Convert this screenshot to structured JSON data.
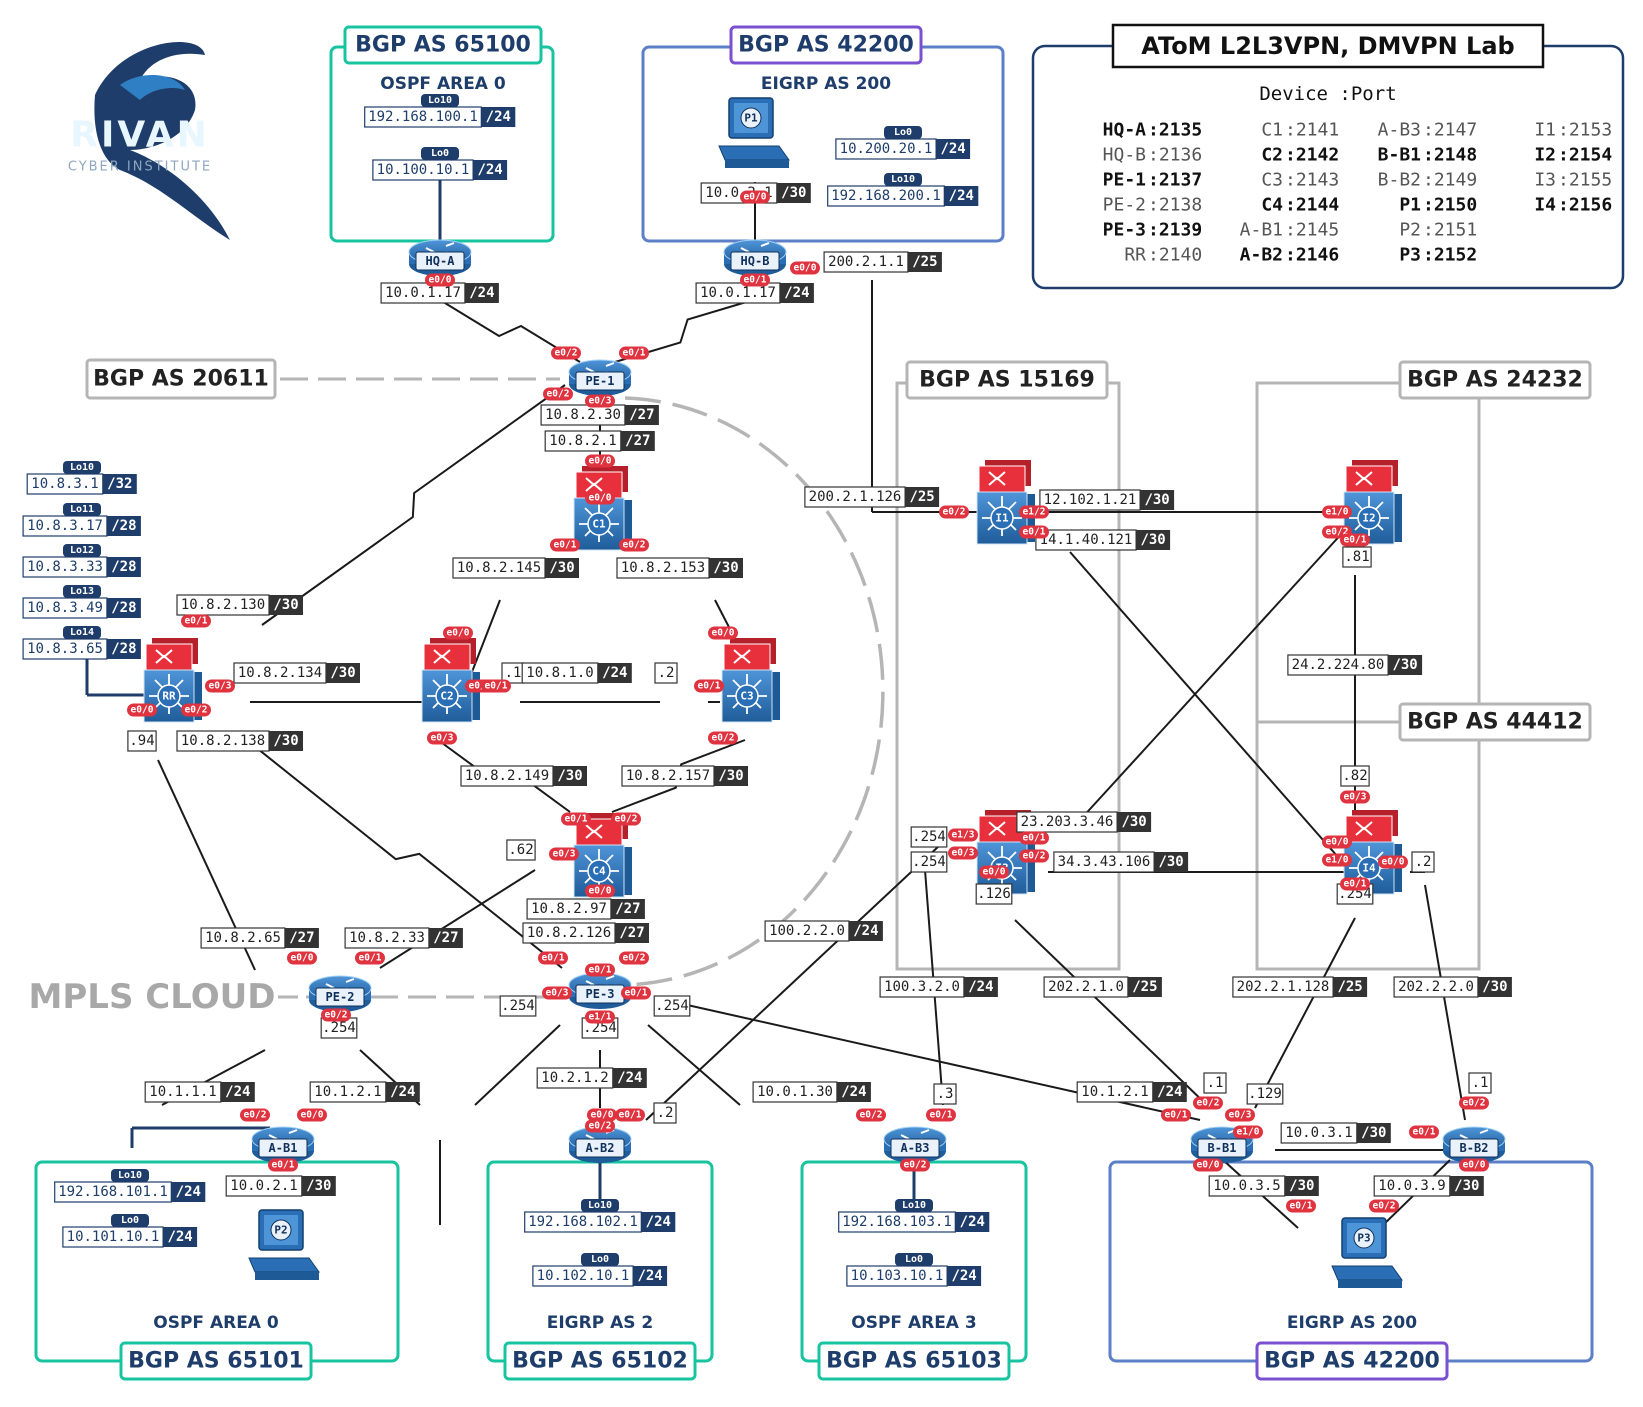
{
  "logo": {
    "brand": "RIVAN",
    "sub": "CYBER INSTITUTE"
  },
  "legend": {
    "title": "AToM L2L3VPN, DMVPN Lab",
    "header": "Device :Port",
    "entries": [
      {
        "dev": "HQ-A",
        "port": ":2135",
        "bold": true
      },
      {
        "dev": "HQ-B",
        "port": ":2136",
        "bold": false
      },
      {
        "dev": "PE-1",
        "port": ":2137",
        "bold": true
      },
      {
        "dev": "PE-2",
        "port": ":2138",
        "bold": false
      },
      {
        "dev": "PE-3",
        "port": ":2139",
        "bold": true
      },
      {
        "dev": "RR",
        "port": ":2140",
        "bold": false
      },
      {
        "dev": "C1",
        "port": ":2141",
        "bold": false
      },
      {
        "dev": "C2",
        "port": ":2142",
        "bold": true
      },
      {
        "dev": "C3",
        "port": ":2143",
        "bold": false
      },
      {
        "dev": "C4",
        "port": ":2144",
        "bold": true
      },
      {
        "dev": "A-B1",
        "port": ":2145",
        "bold": false
      },
      {
        "dev": "A-B2",
        "port": ":2146",
        "bold": true
      },
      {
        "dev": "A-B3",
        "port": ":2147",
        "bold": false
      },
      {
        "dev": "B-B1",
        "port": ":2148",
        "bold": true
      },
      {
        "dev": "B-B2",
        "port": ":2149",
        "bold": false
      },
      {
        "dev": "P1",
        "port": ":2150",
        "bold": true
      },
      {
        "dev": "P2",
        "port": ":2151",
        "bold": false
      },
      {
        "dev": "P3",
        "port": ":2152",
        "bold": true
      },
      {
        "dev": "I1",
        "port": ":2153",
        "bold": false
      },
      {
        "dev": "I2",
        "port": ":2154",
        "bold": true
      },
      {
        "dev": "I3",
        "port": ":2155",
        "bold": false
      },
      {
        "dev": "I4",
        "port": ":2156",
        "bold": true
      }
    ]
  },
  "colors": {
    "navy": "#1e3d6b",
    "teal": "#18c4a0",
    "purple": "#7a4fd0",
    "blueEdge": "#5c7fc8",
    "gray": "#b5b5b5",
    "grayText": "#a8a8a8",
    "ifRed": "#e03340",
    "switchRed": "#e8303c",
    "router": "#2a6fb5",
    "dark": "#333333"
  },
  "areas": [
    {
      "id": "as65100",
      "title": "BGP AS 65100",
      "subtitle": "OSPF AREA 0"
    },
    {
      "id": "as42200t",
      "title": "BGP AS 42200",
      "subtitle": "EIGRP AS 200"
    },
    {
      "id": "as20611",
      "title": "BGP AS 20611"
    },
    {
      "id": "as15169",
      "title": "BGP AS 15169"
    },
    {
      "id": "as24232",
      "title": "BGP AS 24232"
    },
    {
      "id": "as44412",
      "title": "BGP AS 44412"
    },
    {
      "id": "mpls",
      "title": "MPLS CLOUD"
    },
    {
      "id": "as65101",
      "title": "BGP AS 65101",
      "subtitle": "OSPF AREA 0"
    },
    {
      "id": "as65102",
      "title": "BGP AS 65102",
      "subtitle": "EIGRP AS 2"
    },
    {
      "id": "as65103",
      "title": "BGP AS 65103",
      "subtitle": "OSPF AREA 3"
    },
    {
      "id": "as42200b",
      "title": "BGP AS 42200",
      "subtitle": "EIGRP AS 200"
    }
  ],
  "devices": [
    {
      "id": "hqa",
      "label": "HQ-A",
      "kind": "router"
    },
    {
      "id": "hqb",
      "label": "HQ-B",
      "kind": "router"
    },
    {
      "id": "pe1",
      "label": "PE-1",
      "kind": "router"
    },
    {
      "id": "pe2",
      "label": "PE-2",
      "kind": "router"
    },
    {
      "id": "pe3",
      "label": "PE-3",
      "kind": "router"
    },
    {
      "id": "rr",
      "label": "RR",
      "kind": "switch"
    },
    {
      "id": "c1",
      "label": "C1",
      "kind": "switch"
    },
    {
      "id": "c2",
      "label": "C2",
      "kind": "switch"
    },
    {
      "id": "c3",
      "label": "C3",
      "kind": "switch"
    },
    {
      "id": "c4",
      "label": "C4",
      "kind": "switch"
    },
    {
      "id": "i1",
      "label": "I1",
      "kind": "switch"
    },
    {
      "id": "i2",
      "label": "I2",
      "kind": "switch"
    },
    {
      "id": "i3",
      "label": "I3",
      "kind": "switch"
    },
    {
      "id": "i4",
      "label": "I4",
      "kind": "switch"
    },
    {
      "id": "ab1",
      "label": "A-B1",
      "kind": "router"
    },
    {
      "id": "ab2",
      "label": "A-B2",
      "kind": "router"
    },
    {
      "id": "ab3",
      "label": "A-B3",
      "kind": "router"
    },
    {
      "id": "bb1",
      "label": "B-B1",
      "kind": "router"
    },
    {
      "id": "bb2",
      "label": "B-B2",
      "kind": "router"
    },
    {
      "id": "p1",
      "label": "P1",
      "kind": "pc"
    },
    {
      "id": "p2",
      "label": "P2",
      "kind": "pc"
    },
    {
      "id": "p3",
      "label": "P3",
      "kind": "pc"
    }
  ],
  "addresses": [
    {
      "ip": "192.168.100.1",
      "mask": "/24",
      "lo": "Lo10"
    },
    {
      "ip": "10.100.10.1",
      "mask": "/24",
      "lo": "Lo0"
    },
    {
      "ip": "10.0.1.17",
      "mask": "/24"
    },
    {
      "ip": "10.0.1.17",
      "mask": "/24"
    },
    {
      "ip": "10.0.2.1",
      "mask": "/30"
    },
    {
      "ip": "10.200.20.1",
      "mask": "/24",
      "lo": "Lo0"
    },
    {
      "ip": "192.168.200.1",
      "mask": "/24",
      "lo": "Lo10"
    },
    {
      "ip": "200.2.1.1",
      "mask": "/25"
    },
    {
      "ip": "200.2.1.126",
      "mask": "/25"
    },
    {
      "ip": "10.8.2.30",
      "mask": "/27"
    },
    {
      "ip": "10.8.2.1",
      "mask": "/27"
    },
    {
      "ip": "10.8.3.1",
      "mask": "/32",
      "lo": "Lo10"
    },
    {
      "ip": "10.8.3.17",
      "mask": "/28",
      "lo": "Lo11"
    },
    {
      "ip": "10.8.3.33",
      "mask": "/28",
      "lo": "Lo12"
    },
    {
      "ip": "10.8.3.49",
      "mask": "/28",
      "lo": "Lo13"
    },
    {
      "ip": "10.8.3.65",
      "mask": "/28",
      "lo": "Lo14"
    },
    {
      "ip": "10.8.2.145",
      "mask": "/30"
    },
    {
      "ip": "10.8.2.153",
      "mask": "/30"
    },
    {
      "ip": "10.8.2.130",
      "mask": "/30"
    },
    {
      "ip": "10.8.2.134",
      "mask": "/30"
    },
    {
      "ip": ".1"
    },
    {
      "ip": "10.8.1.0",
      "mask": "/24"
    },
    {
      "ip": ".2"
    },
    {
      "ip": ".94"
    },
    {
      "ip": "10.8.2.138",
      "mask": "/30"
    },
    {
      "ip": "10.8.2.149",
      "mask": "/30"
    },
    {
      "ip": "10.8.2.157",
      "mask": "/30"
    },
    {
      "ip": ".62"
    },
    {
      "ip": "10.8.2.97",
      "mask": "/27"
    },
    {
      "ip": "10.8.2.126",
      "mask": "/27"
    },
    {
      "ip": "10.8.2.65",
      "mask": "/27"
    },
    {
      "ip": "10.8.2.33",
      "mask": "/27"
    },
    {
      "ip": ".254"
    },
    {
      "ip": ".254"
    },
    {
      "ip": ".254"
    },
    {
      "ip": ".254"
    },
    {
      "ip": "10.1.1.1",
      "mask": "/24"
    },
    {
      "ip": "10.1.2.1",
      "mask": "/24"
    },
    {
      "ip": "10.2.1.2",
      "mask": "/24"
    },
    {
      "ip": ".2"
    },
    {
      "ip": "10.0.1.30",
      "mask": "/24"
    },
    {
      "ip": "10.1.2.1",
      "mask": "/24"
    },
    {
      "ip": "12.102.1.21",
      "mask": "/30"
    },
    {
      "ip": "14.1.40.121",
      "mask": "/30"
    },
    {
      "ip": ".81"
    },
    {
      "ip": "24.2.224.80",
      "mask": "/30"
    },
    {
      "ip": ".82"
    },
    {
      "ip": "23.203.3.46",
      "mask": "/30"
    },
    {
      "ip": "34.3.43.106",
      "mask": "/30"
    },
    {
      "ip": ".254"
    },
    {
      "ip": ".254"
    },
    {
      "ip": ".126"
    },
    {
      "ip": ".254"
    },
    {
      "ip": ".2"
    },
    {
      "ip": "100.2.2.0",
      "mask": "/24"
    },
    {
      "ip": "100.3.2.0",
      "mask": "/24"
    },
    {
      "ip": "202.2.1.0",
      "mask": "/25"
    },
    {
      "ip": "202.2.1.128",
      "mask": "/25"
    },
    {
      "ip": "202.2.2.0",
      "mask": "/30"
    },
    {
      "ip": ".3"
    },
    {
      "ip": ".1"
    },
    {
      "ip": ".129"
    },
    {
      "ip": ".1"
    },
    {
      "ip": "10.0.3.1",
      "mask": "/30"
    },
    {
      "ip": "10.0.3.5",
      "mask": "/30"
    },
    {
      "ip": "10.0.3.9",
      "mask": "/30"
    },
    {
      "ip": "192.168.101.1",
      "mask": "/24",
      "lo": "Lo10"
    },
    {
      "ip": "10.101.10.1",
      "mask": "/24",
      "lo": "Lo0"
    },
    {
      "ip": "10.0.2.1",
      "mask": "/30"
    },
    {
      "ip": "192.168.102.1",
      "mask": "/24",
      "lo": "Lo10"
    },
    {
      "ip": "10.102.10.1",
      "mask": "/24",
      "lo": "Lo0"
    },
    {
      "ip": "192.168.103.1",
      "mask": "/24",
      "lo": "Lo10"
    },
    {
      "ip": "10.103.10.1",
      "mask": "/24",
      "lo": "Lo0"
    }
  ],
  "interfaces": [
    "e0/0",
    "e0/0",
    "e0/1",
    "e0/0",
    "e0/2",
    "e0/1",
    "e0/2",
    "e0/3",
    "e0/0",
    "e0/0",
    "e0/1",
    "e0/2",
    "e0/1",
    "e0/3",
    "e0/0",
    "e0/2",
    "e0/0",
    "e0/2",
    "e0/1",
    "e0/3",
    "e0/0",
    "e0/1",
    "e0/2",
    "e0/1",
    "e0/2",
    "e0/3",
    "e0/0",
    "e0/0",
    "e0/1",
    "e0/2",
    "e0/1",
    "e0/2",
    "e0/3",
    "e0/1",
    "e0/1",
    "e1/1",
    "e1/2",
    "e0/1",
    "e0/2",
    "e1/3",
    "e0/3",
    "e0/1",
    "e0/2",
    "e0/0",
    "e1/0",
    "e0/2",
    "e0/1",
    "e0/0",
    "e1/0",
    "e0/0",
    "e0/1",
    "e0/3",
    "e0/2",
    "e0/0",
    "e0/1",
    "e0/2",
    "e0/0",
    "e0/1",
    "e0/2",
    "e0/1",
    "e0/2",
    "e0/1",
    "e0/2",
    "e0/3",
    "e1/0",
    "e0/0",
    "e0/1",
    "e0/2",
    "e0/0",
    "e0/1",
    "e0/2"
  ]
}
